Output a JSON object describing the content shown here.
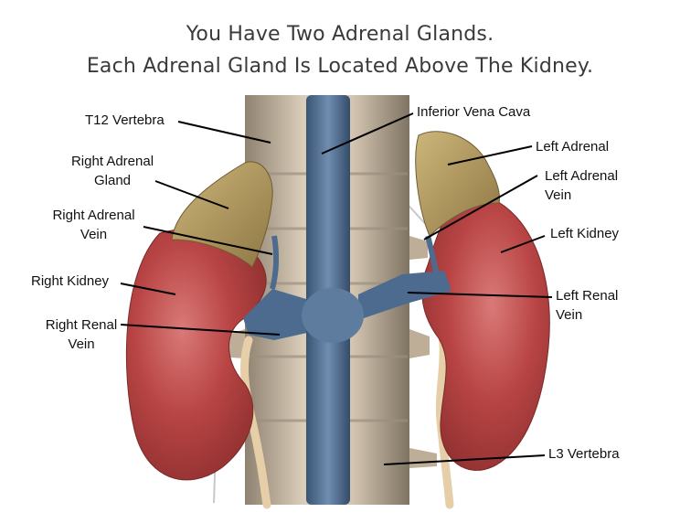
{
  "title": {
    "line1": "You Have Two Adrenal Glands.",
    "line2": "Each Adrenal Gland Is Located Above The Kidney."
  },
  "labels": {
    "t12_vertebra": "T12 Vertebra",
    "inferior_vena_cava": "Inferior Vena Cava",
    "right_adrenal_gland_1": "Right Adrenal",
    "right_adrenal_gland_2": "Gland",
    "left_adrenal": "Left Adrenal",
    "left_adrenal_vein_1": "Left Adrenal",
    "left_adrenal_vein_2": "Vein",
    "right_adrenal_vein_1": "Right Adrenal",
    "right_adrenal_vein_2": "Vein",
    "left_kidney": "Left Kidney",
    "right_kidney": "Right Kidney",
    "left_renal_vein_1": "Left Renal",
    "left_renal_vein_2": "Vein",
    "right_renal_vein_1": "Right Renal",
    "right_renal_vein_2": "Vein",
    "l3_vertebra": "L3 Vertebra"
  },
  "colors": {
    "kidney": "#b33a3a",
    "adrenal": "#b9a060",
    "vein": "#4d6b8e",
    "spine": "#c9b8a4",
    "ureter": "#e6cfa8"
  }
}
